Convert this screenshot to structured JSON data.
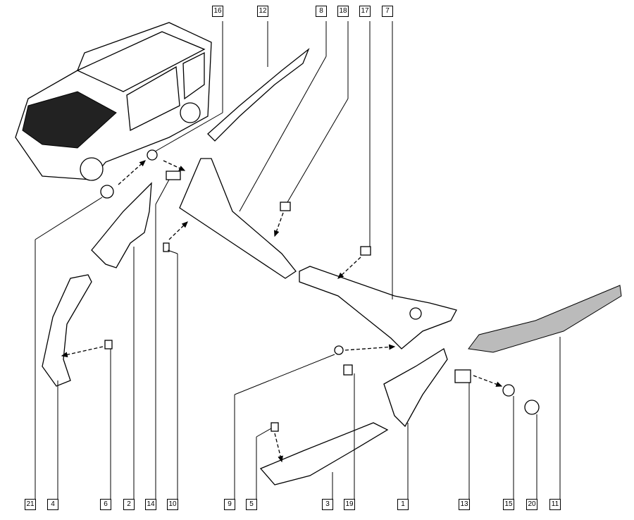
{
  "title": "Windscreen scuttle and pillar trim parts diagram",
  "callouts": {
    "top": [
      "16",
      "12",
      "8",
      "18",
      "17",
      "7"
    ],
    "bottom": [
      "21",
      "4",
      "6",
      "2",
      "14",
      "10",
      "9",
      "5",
      "3",
      "19",
      "1",
      "13",
      "15",
      "20",
      "11"
    ]
  }
}
